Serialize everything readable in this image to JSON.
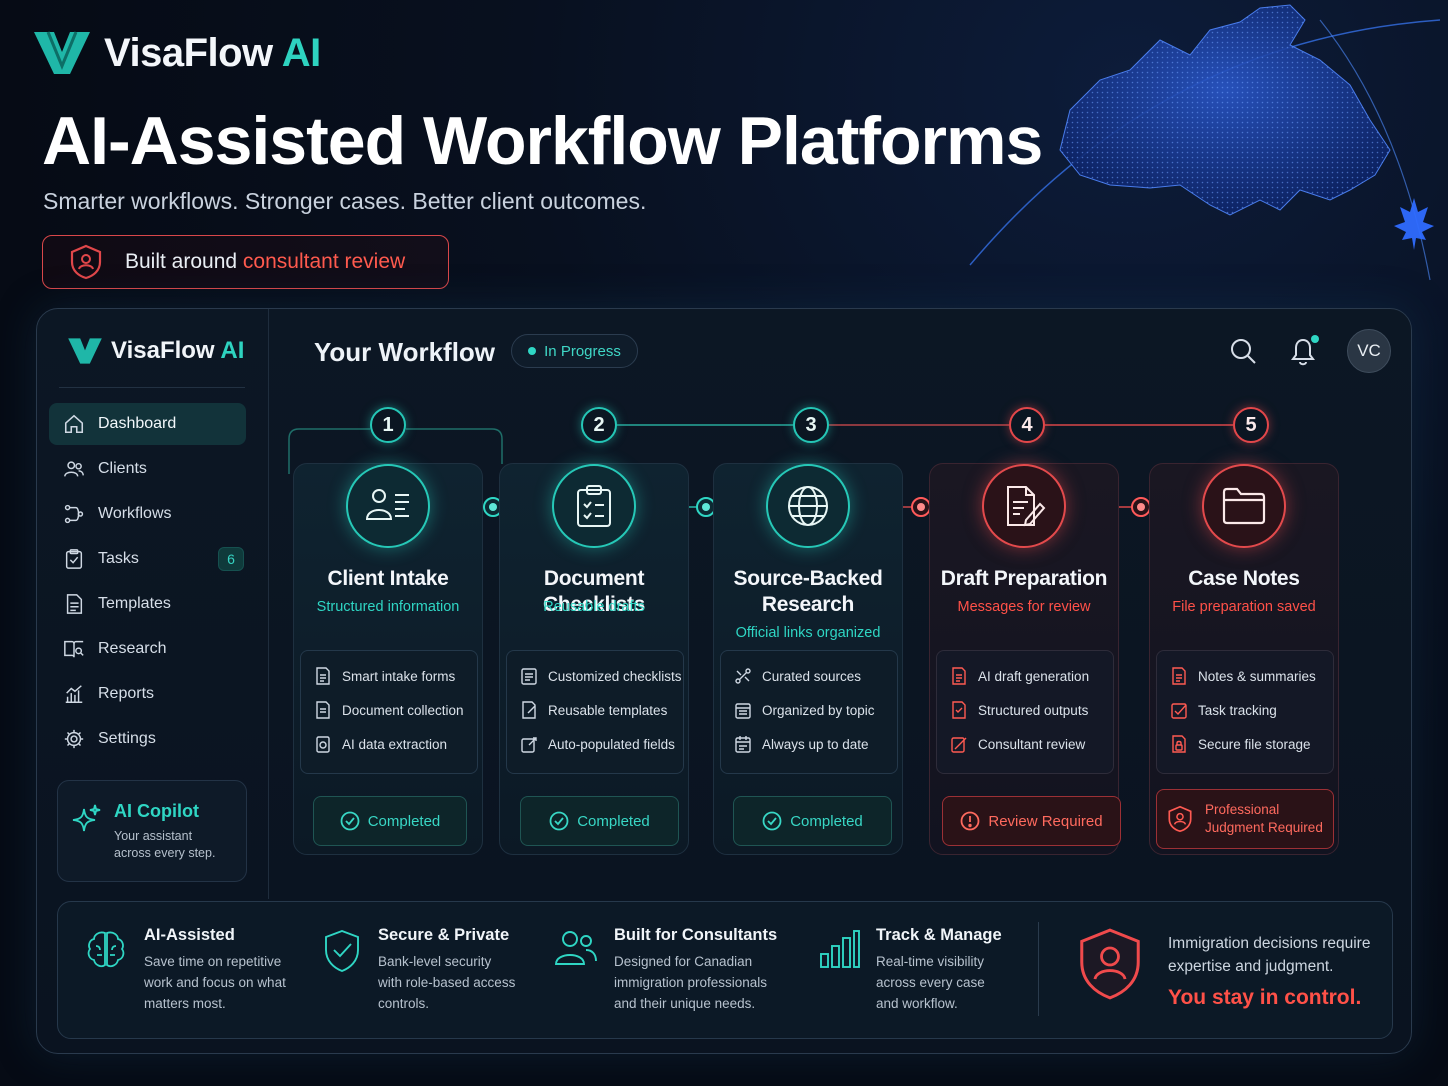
{
  "brand": {
    "name": "VisaFlow",
    "ai": "AI"
  },
  "hero": {
    "title": "AI-Assisted Workflow Platforms",
    "subtitle": "Smarter workflows. Stronger cases. Better client outcomes.",
    "review_prefix": "Built around",
    "review_highlight": "consultant review"
  },
  "colors": {
    "accent_teal": "#2ed3c0",
    "accent_red": "#ff5148",
    "background": "#060b15"
  },
  "sidebar": {
    "items": [
      {
        "label": "Dashboard",
        "icon": "home-icon",
        "active": true
      },
      {
        "label": "Clients",
        "icon": "users-icon"
      },
      {
        "label": "Workflows",
        "icon": "workflow-icon"
      },
      {
        "label": "Tasks",
        "icon": "clipboard-icon",
        "badge": "6"
      },
      {
        "label": "Templates",
        "icon": "document-icon"
      },
      {
        "label": "Research",
        "icon": "book-search-icon"
      },
      {
        "label": "Reports",
        "icon": "chart-icon"
      },
      {
        "label": "Settings",
        "icon": "gear-icon"
      }
    ],
    "copilot": {
      "title": "AI Copilot",
      "desc": "Your assistant across every step."
    }
  },
  "header": {
    "title": "Your Workflow",
    "status": "In Progress",
    "avatar": "VC"
  },
  "stages": [
    {
      "num": "1",
      "title": "Client Intake",
      "subtitle": "Structured information",
      "icon": "user-list-icon",
      "features": [
        "Smart intake forms",
        "Document collection",
        "AI data extraction"
      ],
      "status": "Completed"
    },
    {
      "num": "2",
      "title": "Document Checklists",
      "subtitle": "Reusable drafts",
      "icon": "clipboard-check-icon",
      "features": [
        "Customized checklists",
        "Reusable templates",
        "Auto-populated fields"
      ],
      "status": "Completed"
    },
    {
      "num": "3",
      "title": "Source-Backed Research",
      "subtitle": "Official links organized",
      "icon": "globe-icon",
      "features": [
        "Curated sources",
        "Organized by topic",
        "Always up to date"
      ],
      "status": "Completed"
    },
    {
      "num": "4",
      "title": "Draft Preparation",
      "subtitle": "Messages for review",
      "icon": "document-pen-icon",
      "features": [
        "AI draft generation",
        "Structured outputs",
        "Consultant review"
      ],
      "status": "Review Required"
    },
    {
      "num": "5",
      "title": "Case Notes",
      "subtitle": "File preparation saved",
      "icon": "folder-icon",
      "features": [
        "Notes & summaries",
        "Task tracking",
        "Secure file storage"
      ],
      "status": "Professional Judgment Required"
    }
  ],
  "feature_bar": [
    {
      "title": "AI-Assisted",
      "desc": "Save time on repetitive work and focus on what matters most.",
      "icon": "brain-icon"
    },
    {
      "title": "Secure & Private",
      "desc": "Bank-level security with role-based access controls.",
      "icon": "shield-check-icon"
    },
    {
      "title": "Built for Consultants",
      "desc": "Designed for Canadian immigration professionals and their unique needs.",
      "icon": "users-icon"
    },
    {
      "title": "Track & Manage",
      "desc": "Real-time visibility across every case and workflow.",
      "icon": "bar-chart-icon"
    }
  ],
  "control": {
    "desc": "Immigration decisions require expertise and judgment.",
    "cta": "You stay in control."
  }
}
